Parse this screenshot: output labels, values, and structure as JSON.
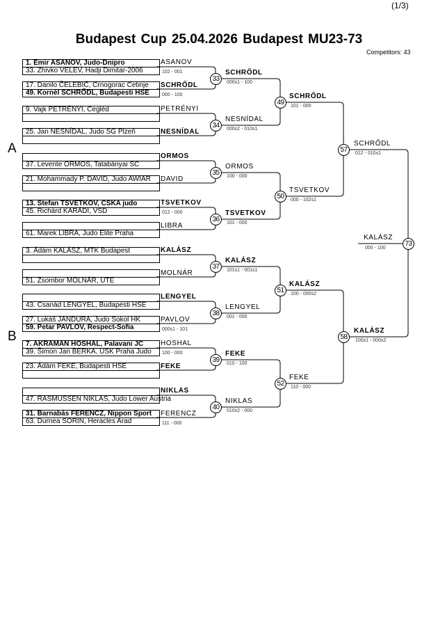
{
  "page_number": "(1/3)",
  "title": "Budapest Cup  25.04.2026  Budapest   MU23-73",
  "competitors": "Competitors: 43",
  "pools": [
    "A",
    "B"
  ],
  "round1": [
    {
      "match": "33",
      "entries": [
        {
          "text": "1. Emir ASANOV, Judo-Dnipro",
          "bold": true
        },
        {
          "text": "33. Zhivko VELEV, Hadji Dimitar-2006"
        },
        {
          "text": "17. Danilo ČELEBIĆ, Crnogorac Cetinje"
        },
        {
          "text": "49. Kornél SCHRŐDL, Budapesti HSE",
          "bold": true
        }
      ],
      "pairA": {
        "name": "ASANOV",
        "bold": false,
        "score": "102 - 001"
      },
      "pairB": {
        "name": "SCHRŐDL",
        "bold": true,
        "score": "000 - 100"
      },
      "winner": {
        "name": "SCHRŐDL",
        "bold": true,
        "score": "000s1 - 100"
      }
    },
    {
      "match": "34",
      "entries": [
        {
          "text": "9. Vajk PETRÉNYI, Cegléd"
        },
        {
          "text": ""
        },
        {
          "text": "25. Jan NESNÍDAL, Judo SG Plzeň"
        },
        {
          "text": ""
        }
      ],
      "pairA": {
        "name": "PETRÉNYI",
        "bold": false,
        "score": ""
      },
      "pairB": {
        "name": "NESNÍDAL",
        "bold": true,
        "score": ""
      },
      "winner": {
        "name": "NESNÍDAL",
        "bold": false,
        "score": "000s2 - 010s1"
      }
    },
    {
      "match": "35",
      "entries": [
        {
          "text": ""
        },
        {
          "text": "37. Levente ORMOS, Tatabányai SC"
        },
        {
          "text": "21. Mohammady P. DAVID, Judo AWIAR"
        },
        {
          "text": ""
        }
      ],
      "pairA": {
        "name": "ORMOS",
        "bold": true,
        "score": ""
      },
      "pairB": {
        "name": "DAVID",
        "bold": false,
        "score": ""
      },
      "winner": {
        "name": "ORMOS",
        "bold": false,
        "score": "100 - 000"
      }
    },
    {
      "match": "36",
      "entries": [
        {
          "text": "13. Stefan TSVETKOV, CSKA judo",
          "bold": true
        },
        {
          "text": "45. Richárd KARÁDI, VSD"
        },
        {
          "text": ""
        },
        {
          "text": "61. Marek LIBRA, Judo Elite Praha"
        }
      ],
      "pairA": {
        "name": "TSVETKOV",
        "bold": true,
        "score": "012 - 000"
      },
      "pairB": {
        "name": "LIBRA",
        "bold": false,
        "score": ""
      },
      "winner": {
        "name": "TSVETKOV",
        "bold": true,
        "score": "101 - 000"
      }
    },
    {
      "match": "37",
      "entries": [
        {
          "text": "3. Ádám KALÁSZ, MTK Budapest"
        },
        {
          "text": ""
        },
        {
          "text": ""
        },
        {
          "text": "51. Zsombor MOLNÁR, UTE"
        }
      ],
      "pairA": {
        "name": "KALÁSZ",
        "bold": true,
        "score": ""
      },
      "pairB": {
        "name": "MOLNÁR",
        "bold": false,
        "score": ""
      },
      "winner": {
        "name": "KALÁSZ",
        "bold": true,
        "score": "101s1 - 001s1"
      }
    },
    {
      "match": "38",
      "entries": [
        {
          "text": ""
        },
        {
          "text": "43. Csanád LENGYEL, Budapesti HSE"
        },
        {
          "text": "27. Lukáš JANDURA, Judo Sokol HK"
        },
        {
          "text": "59. Petar PAVLOV, Respect-Sofia",
          "bold": true
        }
      ],
      "pairA": {
        "name": "LENGYEL",
        "bold": true,
        "score": ""
      },
      "pairB": {
        "name": "PAVLOV",
        "bold": false,
        "score": "000s1 - 101"
      },
      "winner": {
        "name": "LENGYEL",
        "bold": false,
        "score": "001 - 000"
      }
    },
    {
      "match": "39",
      "entries": [
        {
          "text": "7. AKRAMAN HOSHAL, Palavani JC",
          "bold": true
        },
        {
          "text": "39. Šimon Jan BERKA, USK Praha Judo"
        },
        {
          "text": "23. Ádám FEKE, Budapesti HSE"
        },
        {
          "text": ""
        }
      ],
      "pairA": {
        "name": "HOSHAL",
        "bold": false,
        "score": "100 - 000"
      },
      "pairB": {
        "name": "FEKE",
        "bold": true,
        "score": ""
      },
      "winner": {
        "name": "FEKE",
        "bold": true,
        "score": "010 - 100"
      }
    },
    {
      "match": "40",
      "entries": [
        {
          "text": ""
        },
        {
          "text": "47. RASMUSSEN NIKLAS, Judo Lower Austria"
        },
        {
          "text": "31. Barnabás FERENCZ, Nippon Sport",
          "bold": true
        },
        {
          "text": "63. Durnea SORIN, Heracles Arad"
        }
      ],
      "pairA": {
        "name": "NIKLAS",
        "bold": true,
        "score": ""
      },
      "pairB": {
        "name": "FERENCZ",
        "bold": false,
        "score": "111 - 000"
      },
      "winner": {
        "name": "NIKLAS",
        "bold": false,
        "score": "010s2 - 000"
      }
    }
  ],
  "round3": [
    {
      "match": "49",
      "name": "SCHRŐDL",
      "bold": true,
      "score": "101 - 000"
    },
    {
      "match": "50",
      "name": "TSVETKOV",
      "bold": false,
      "score": "000 - 102s1"
    },
    {
      "match": "51",
      "name": "KALÁSZ",
      "bold": true,
      "score": "100 - 000s2"
    },
    {
      "match": "52",
      "name": "FEKE",
      "bold": false,
      "score": "110 - 000"
    }
  ],
  "round4": [
    {
      "match": "57",
      "name": "SCHRŐDL",
      "bold": false,
      "score": "012 - 010s1"
    },
    {
      "match": "58",
      "name": "KALÁSZ",
      "bold": true,
      "score": "100s1 - 000s2"
    }
  ],
  "final": {
    "match": "73",
    "name": "KALÁSZ",
    "bold": false,
    "score": "000 - 100"
  }
}
